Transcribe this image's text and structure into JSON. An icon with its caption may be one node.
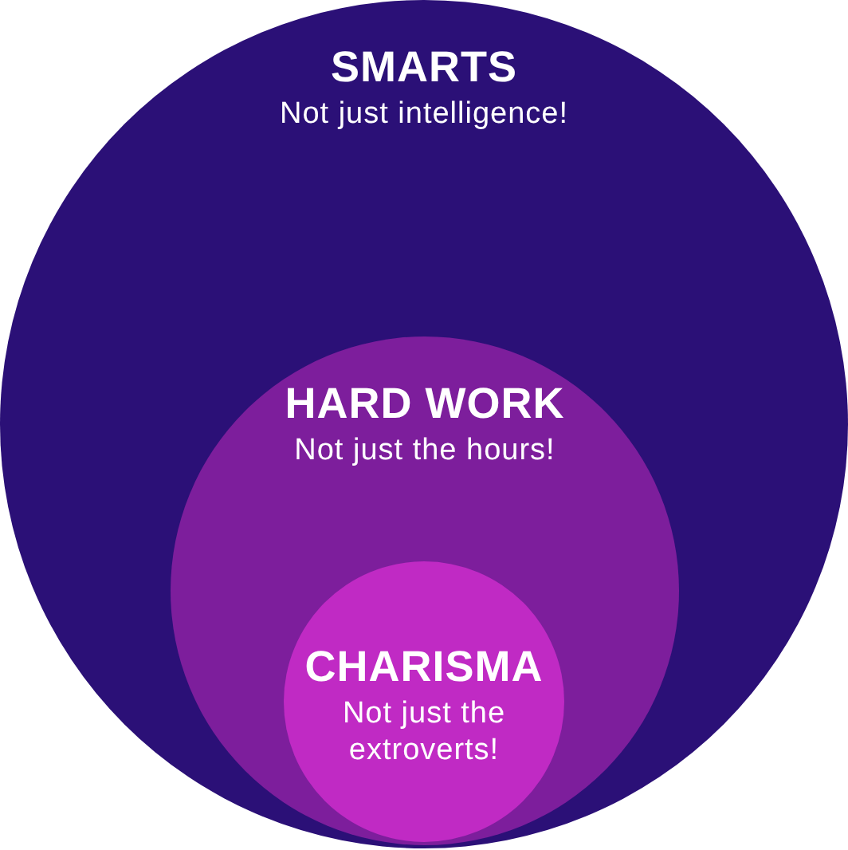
{
  "diagram": {
    "nodes": [
      {
        "text": [
          "SMARTS",
          "Not just intelligence!"
        ]
      },
      {
        "text": [
          "HARD WORK",
          "Not just the hours!"
        ],
        "in": 0
      },
      {
        "text": [
          "CHARISMA",
          "Not just the extroverts!"
        ],
        "in": 1
      }
    ]
  }
}
